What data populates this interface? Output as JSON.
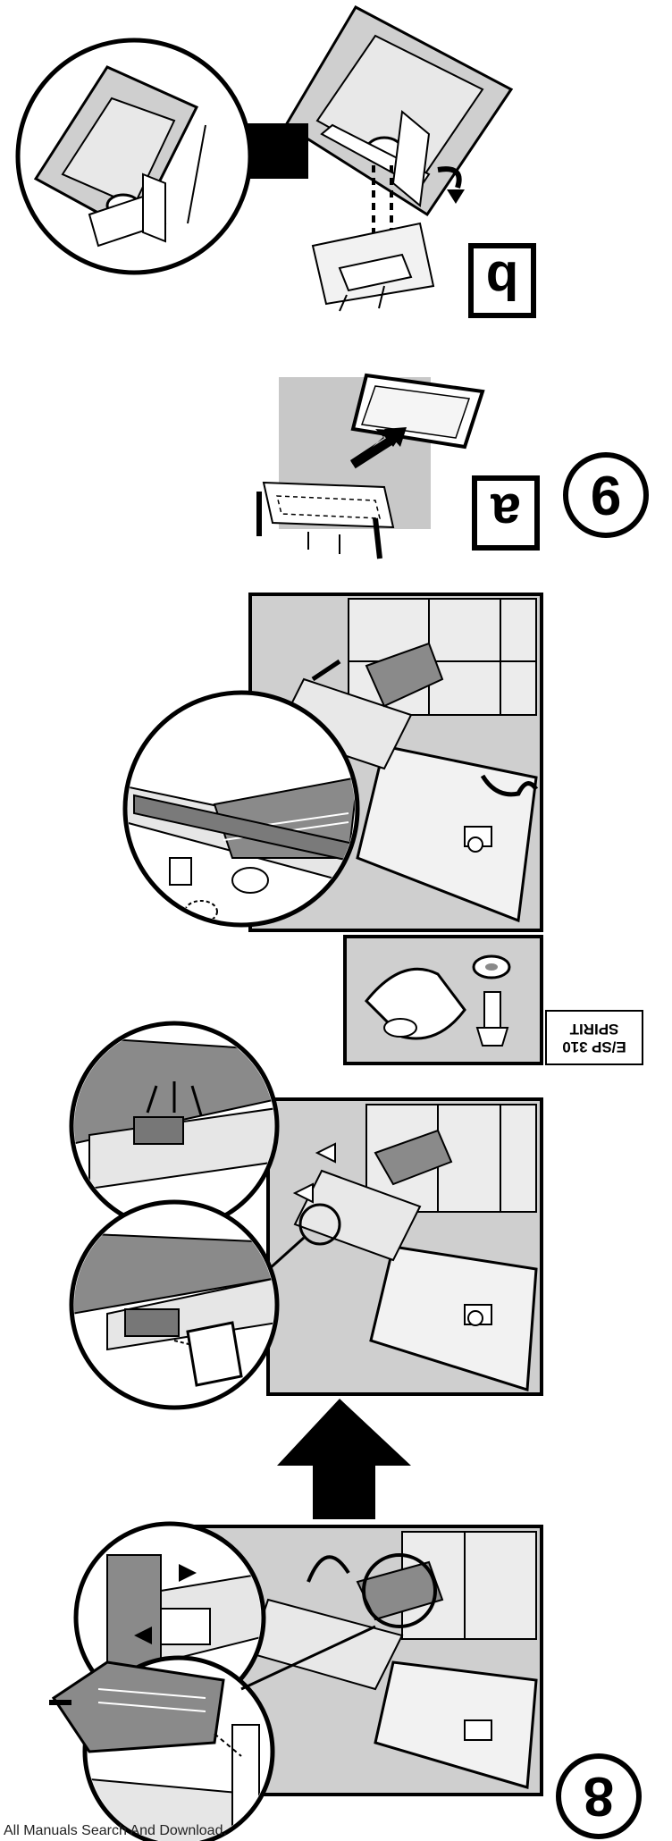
{
  "steps": {
    "step9": {
      "number": "9",
      "sub_a": "a",
      "sub_b": "b"
    },
    "step8": {
      "number": "8"
    }
  },
  "model_label": {
    "line1": "SPIRIT",
    "line2": "E/SP 310"
  },
  "footer": {
    "text": "All Manuals Search And Download."
  },
  "colors": {
    "panel_gray": "#c8c8c8",
    "ink": "#000000",
    "detail_fill": "#e6e6e6",
    "unit_gray": "#8a8a8a"
  }
}
